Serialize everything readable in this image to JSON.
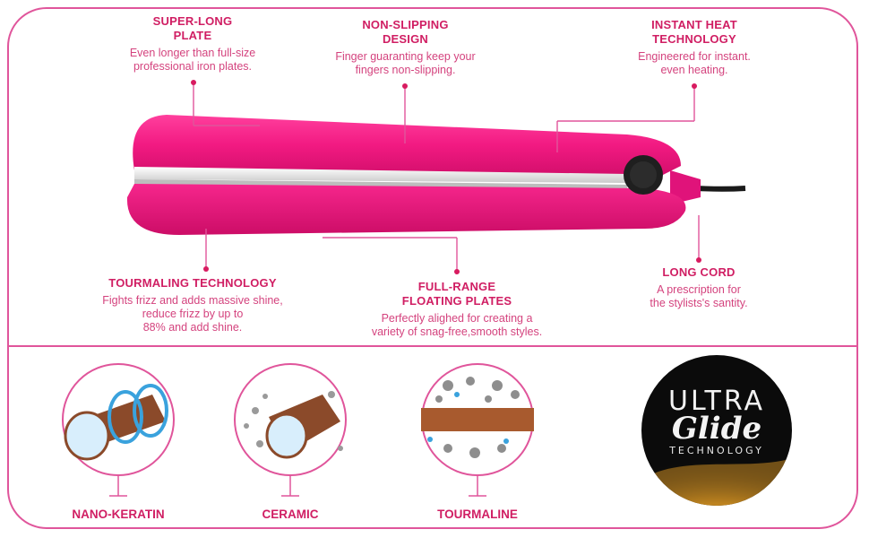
{
  "features": {
    "super_long": {
      "title": "SUPER-LONG\nPLATE",
      "desc": "Even longer than full-size\nprofessional iron plates."
    },
    "non_slipping": {
      "title": "NON-SLIPPING\nDESIGN",
      "desc": "Finger guaranting keep your\nfingers non-slipping."
    },
    "instant_heat": {
      "title": "INSTANT  HEAT\nTECHNOLOGY",
      "desc": "Engineered for instant.\neven heating."
    },
    "tourmaling": {
      "title": "TOURMALING TECHNOLOGY",
      "desc": "Fights frizz and adds massive shine,\nreduce frizz by up to\n88% and add shine."
    },
    "floating": {
      "title": "FULL-RANGE\nFLOATING PLATES",
      "desc": "Perfectly alighed for creating a\nvariety of snag-free,smooth styles."
    },
    "long_cord": {
      "title": "LONG  CORD",
      "desc": "A prescription for\nthe stylists's santity."
    }
  },
  "bottom": {
    "nano_keratin": "NANO-KERATIN",
    "ceramic": "CERAMIC",
    "tourmaline": "TOURMALINE"
  },
  "badge": {
    "line1": "ULTRA",
    "line2": "Glide",
    "line3": "TECHNOLOGY"
  },
  "colors": {
    "accent": "#e0559b",
    "iron": "#f21a82",
    "text": "#d01e63"
  }
}
